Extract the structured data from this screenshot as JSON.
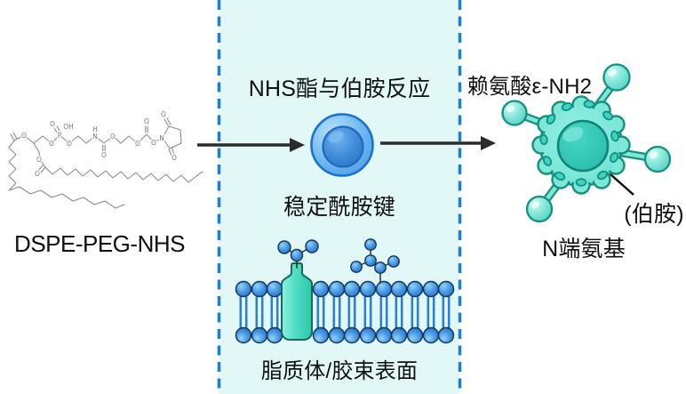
{
  "left_section": {
    "molecule_name": "DSPE-PEG-NHS",
    "atom_labels": {
      "O": "O",
      "P": "P",
      "OH": "OH",
      "N": "N",
      "H": "H"
    }
  },
  "center_panel": {
    "reaction_title": "NHS酯与伯胺反应",
    "bond_label": "稳定酰胺键",
    "membrane_label": "脂质体/胶束表面"
  },
  "right_section": {
    "amine_site_label": "赖氨酸ε-NH2",
    "pointer_label": "(伯胺)",
    "terminal_label": "N端氨基"
  },
  "colors": {
    "panel_bg": "#e1f8f6",
    "dashed_border": "#1e7ed6",
    "arrow": "#2b2b2b",
    "reaction_cell_blue": "#3181d3",
    "cell_body_teal": "#7de7d8",
    "cell_border_teal": "#17907f",
    "nucleus_teal": "#2fc7b5",
    "lipid_head_blue": "#2e7fd2",
    "protein_teal": "#2cc7a9",
    "molecule_gray": "#8c8c8c",
    "text": "#101010"
  }
}
